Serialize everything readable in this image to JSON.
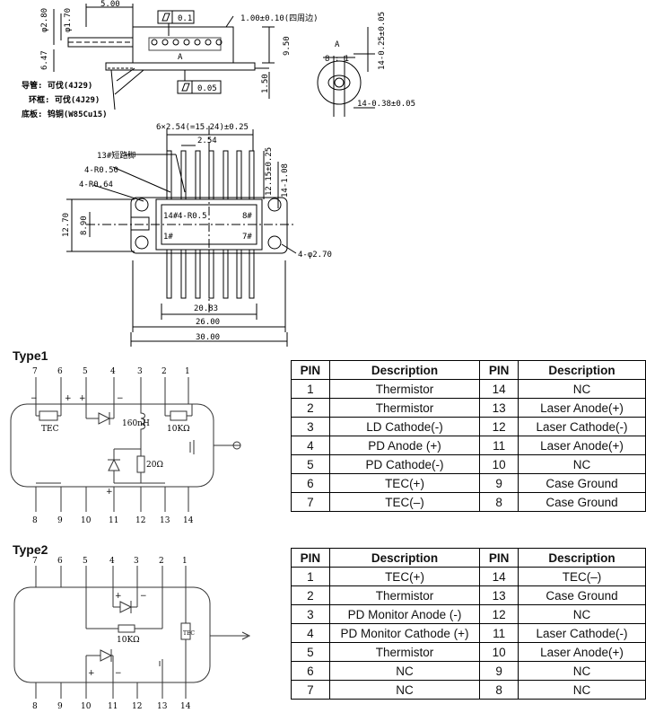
{
  "drawing": {
    "top": {
      "dim_5": "5.00",
      "dim_phi280": "φ2.80",
      "dim_phi170": "φ1.70",
      "dim_647": "6.47",
      "flatness1": "0.1",
      "dim_thick": "1.00±0.10(四周边)",
      "dim_950": "9.50",
      "dim_150": "1.50",
      "flatness2": "0.05",
      "label_A": "A",
      "callout_A": "A",
      "scale": "8 : 1",
      "dim_pin_len": "14-0.25±0.05",
      "dim_pin_dia": "14-0.38±0.05",
      "mat1": "导管: 可伐(4J29)",
      "mat2": "环框: 可伐(4J29)",
      "mat3": "底板: 钨铜(W85Cu15)"
    },
    "bottom": {
      "dim_pitch_total": "6×2.54(=15.24)±0.25",
      "dim_pitch": "2.54",
      "short_pin": "13#短路脚",
      "r050": "4-R0.50",
      "r064": "4-R0.64",
      "dim_1215": "12.15±0.25",
      "dim_108": "14-1.08",
      "pin14": "14#",
      "r05": "4-R0.5",
      "pin8": "8#",
      "pin1": "1#",
      "pin7": "7#",
      "dim_1270": "12.70",
      "dim_890": "8.90",
      "holes": "4-φ2.70",
      "dim_2083": "20.83",
      "dim_26": "26.00",
      "dim_30": "30.00"
    }
  },
  "type1": {
    "title": "Type1",
    "top_pins": [
      "7",
      "6",
      "5",
      "4",
      "3",
      "2",
      "1"
    ],
    "bottom_pins": [
      "8",
      "9",
      "10",
      "11",
      "12",
      "13",
      "14"
    ],
    "labels": {
      "tec": "TEC",
      "inductor": "160nH",
      "thermistor": "10KΩ",
      "resistor": "20Ω",
      "minus1": "−",
      "plus1": "+",
      "plus2": "+",
      "minus2": "−",
      "plus_bottom": "+"
    }
  },
  "type2": {
    "title": "Type2",
    "top_pins": [
      "7",
      "6",
      "5",
      "4",
      "3",
      "2",
      "1"
    ],
    "bottom_pins": [
      "8",
      "9",
      "10",
      "11",
      "12",
      "13",
      "14"
    ],
    "labels": {
      "thermistor": "10KΩ",
      "tec": "TEC",
      "plus1": "+",
      "minus1": "−",
      "plus2": "+",
      "minus2": "−"
    }
  },
  "table1": {
    "headers": [
      "PIN",
      "Description",
      "PIN",
      "Description"
    ],
    "rows": [
      [
        "1",
        "Thermistor",
        "14",
        "NC"
      ],
      [
        "2",
        "Thermistor",
        "13",
        "Laser Anode(+)"
      ],
      [
        "3",
        "LD Cathode(-)",
        "12",
        "Laser Cathode(-)"
      ],
      [
        "4",
        "PD Anode (+)",
        "11",
        "Laser Anode(+)"
      ],
      [
        "5",
        "PD Cathode(-)",
        "10",
        "NC"
      ],
      [
        "6",
        "TEC(+)",
        "9",
        "Case Ground"
      ],
      [
        "7",
        "TEC(–)",
        "8",
        "Case Ground"
      ]
    ]
  },
  "table2": {
    "headers": [
      "PIN",
      "Description",
      "PIN",
      "Description"
    ],
    "rows": [
      [
        "1",
        "TEC(+)",
        "14",
        "TEC(–)"
      ],
      [
        "2",
        "Thermistor",
        "13",
        "Case Ground"
      ],
      [
        "3",
        "PD Monitor Anode (-)",
        "12",
        "NC"
      ],
      [
        "4",
        "PD Monitor Cathode (+)",
        "11",
        "Laser Cathode(-)"
      ],
      [
        "5",
        "Thermistor",
        "10",
        "Laser Anode(+)"
      ],
      [
        "6",
        "NC",
        "9",
        "NC"
      ],
      [
        "7",
        "NC",
        "8",
        "NC"
      ]
    ]
  }
}
